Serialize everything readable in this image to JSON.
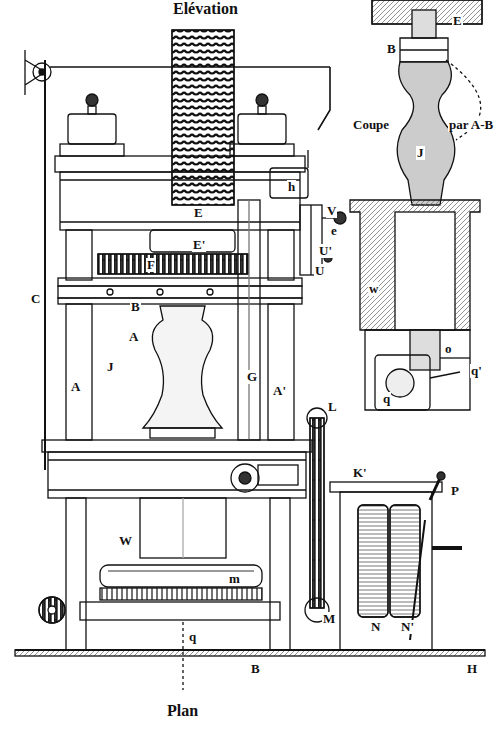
{
  "diagram": {
    "title": "Elévation",
    "caption": "Plan",
    "labels": [
      "E",
      "E'",
      "F",
      "B",
      "A",
      "J",
      "A",
      "G",
      "A'",
      "C",
      "h",
      "V",
      "e",
      "U'",
      "U",
      "L",
      "K'",
      "N",
      "N'",
      "P",
      "W",
      "m",
      "q",
      "M",
      "B",
      "E",
      "B",
      "Coupe",
      "J",
      "par A-B",
      "w",
      "o",
      "q'",
      "q",
      "H"
    ]
  }
}
